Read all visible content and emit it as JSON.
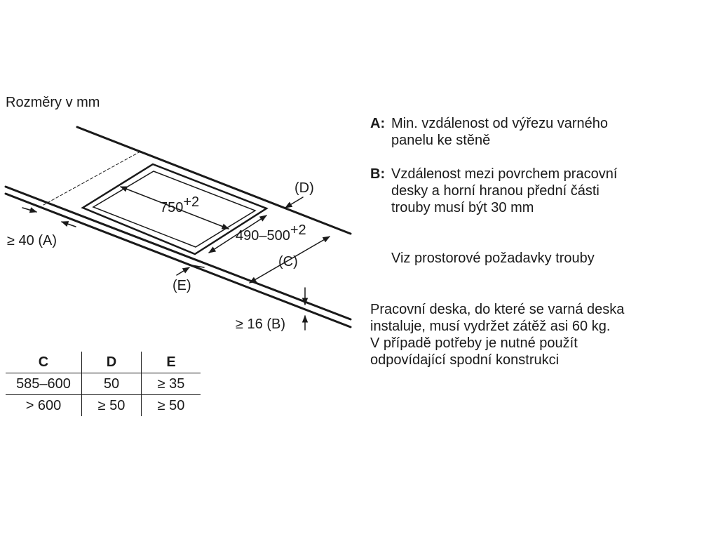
{
  "title": "Rozměry v mm",
  "diagram": {
    "cutout_width": "750",
    "cutout_width_tol": "+2",
    "cutout_depth": "490–500",
    "cutout_depth_tol": "+2",
    "label_d": "(D)",
    "label_c": "(C)",
    "label_e": "(E)",
    "label_a_prefix": "≥ 40 (",
    "label_a_key": "A",
    "label_a_suffix": ")",
    "label_b_prefix": "≥ 16 (",
    "label_b_key": "B",
    "label_b_suffix": ")"
  },
  "notes": {
    "a_key": "A:",
    "a_line1": "Min. vzdálenost od výřezu varného",
    "a_line2": "panelu ke stěně",
    "b_key": "B:",
    "b_line1": "Vzdálenost mezi povrchem pracovní",
    "b_line2": "desky a horní hranou přední části",
    "b_line3": "trouby musí být 30 mm",
    "oven": "Viz prostorové požadavky trouby",
    "worktop_line1": "Pracovní deska, do které se varná deska",
    "worktop_line2": "instaluje, musí vydržet zátěž asi 60 kg.",
    "worktop_line3": "V případě potřeby je nutné použít",
    "worktop_line4": "odpovídající spodní konstrukci"
  },
  "table": {
    "headers": [
      "C",
      "D",
      "E"
    ],
    "rows": [
      [
        "585–600",
        "50",
        "≥ 35"
      ],
      [
        "> 600",
        "≥ 50",
        "≥ 50"
      ]
    ]
  }
}
